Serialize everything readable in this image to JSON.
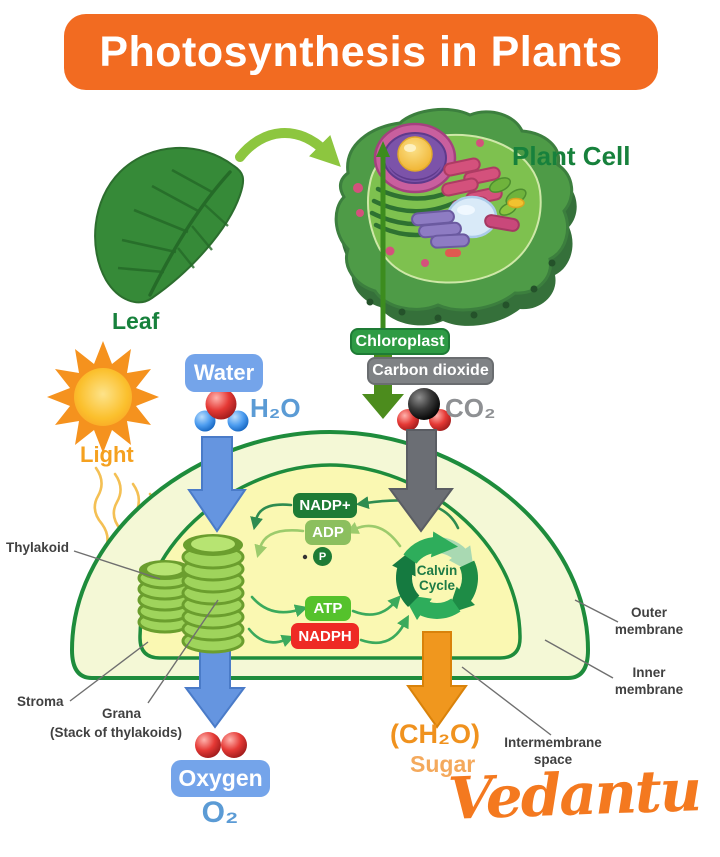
{
  "title": "Photosynthesis in Plants",
  "leaf": {
    "label": "Leaf"
  },
  "plant_cell": {
    "label": "Plant Cell",
    "chloroplast_badge": "Chloroplast"
  },
  "inputs": {
    "water": {
      "badge": "Water",
      "formula": "H₂O"
    },
    "carbon_dioxide": {
      "badge": "Carbon dioxide",
      "formula": "CO₂"
    },
    "light": {
      "label": "Light"
    }
  },
  "chloroplast": {
    "parts": {
      "thylakoid": "Thylakoid",
      "stroma": "Stroma",
      "grana": "Grana",
      "grana_note": "(Stack of thylakoids)",
      "outer_membrane": "Outer membrane",
      "inner_membrane": "Inner membrane",
      "intermembrane_space": "Intermembrane space"
    },
    "molecules": {
      "nadp": "NADP+",
      "adp": "ADP",
      "p": "P",
      "atp": "ATP",
      "nadph": "NADPH"
    },
    "calvin": {
      "line1": "Calvin",
      "line2": "Cycle"
    }
  },
  "outputs": {
    "oxygen": {
      "badge": "Oxygen",
      "formula": "O₂"
    },
    "sugar": {
      "formula": "(CH₂O)",
      "label": "Sugar"
    }
  },
  "brand": {
    "logo": "Vedantu"
  },
  "colors": {
    "banner_orange": "#F26B21",
    "heading_green": "#17813C",
    "water_blue_badge": "#74A4EA",
    "formula_blue": "#5B9BD5",
    "gray_badge": "#7F8285",
    "chloroplast_badge_green": "#2E9B44",
    "light_orange": "#F5A11F",
    "nadp_green": "#1E7B35",
    "adp_green": "#8CBF5E",
    "atp_green": "#55C22C",
    "nadph_red": "#EE2A24",
    "sugar_orange": "#F0921E",
    "brand_orange": "#F4791F",
    "arrow_blue": "#6595E0",
    "arrow_gray": "#6B6E74",
    "arrow_orange": "#F0971E",
    "arrow_green": "#4C8C1D",
    "membrane_green": "#1E8C3C"
  }
}
